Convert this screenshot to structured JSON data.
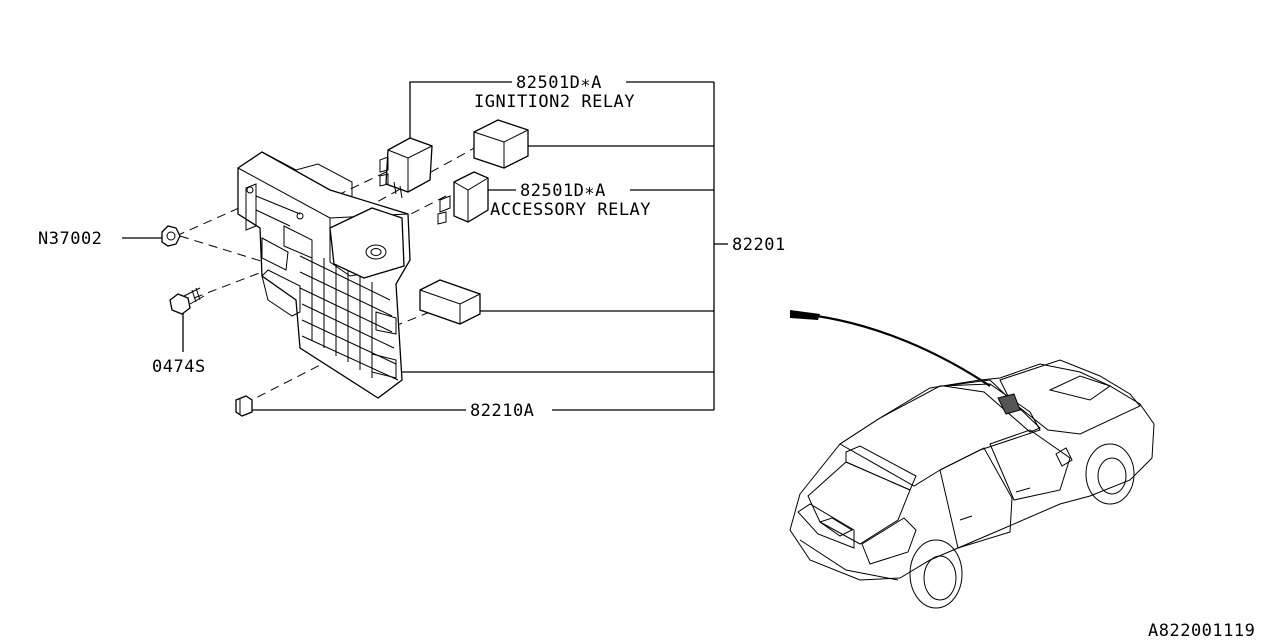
{
  "labels": {
    "relay_part_top": "82501D∗A",
    "ignition_relay": "IGNITION2 RELAY",
    "relay_part_mid": "82501D∗A",
    "accessory_relay": "ACCESSORY RELAY",
    "fuse_box": "82201",
    "nut": "N37002",
    "bolt": "0474S",
    "fuse_puller": "82210A",
    "diagram_code": "A822001119"
  }
}
